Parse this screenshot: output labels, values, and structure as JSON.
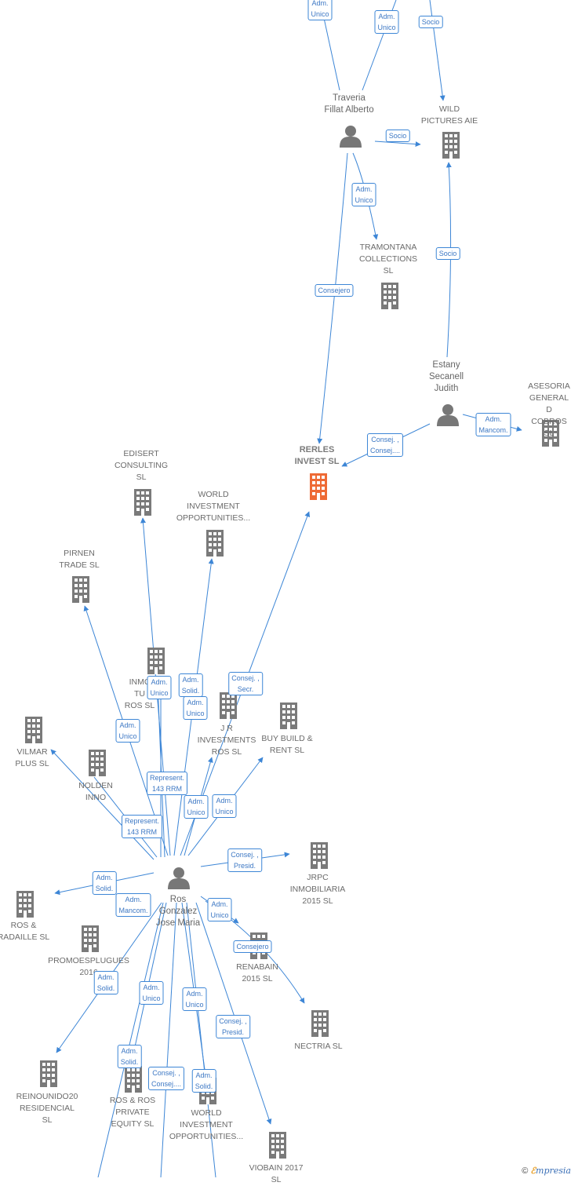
{
  "colors": {
    "edge": "#3d86d6",
    "node": "#7a7a7a",
    "focus": "#ee6a35",
    "label_text": "#6b6b6b"
  },
  "nodes": [
    {
      "id": "rerles",
      "label": "RERLES\nINVEST  SL",
      "focus": true,
      "type": "company"
    },
    {
      "id": "traveria",
      "label": "Traveria\nFillat Alberto",
      "type": "person"
    },
    {
      "id": "wild",
      "label": "WILD\nPICTURES AIE",
      "type": "company"
    },
    {
      "id": "tramontana",
      "label": "TRAMONTANA\nCOLLECTIONS\nSL",
      "type": "company"
    },
    {
      "id": "estany",
      "label": "Estany\nSecanell\nJudith",
      "type": "person"
    },
    {
      "id": "asesoria",
      "label": "ASESORIA\nGENERAL D\nCOBROS SL",
      "type": "company"
    },
    {
      "id": "edisert",
      "label": "EDISERT\nCONSULTING\nSL",
      "type": "company"
    },
    {
      "id": "wio1",
      "label": "WORLD\nINVESTMENT\nOPPORTUNITIES...",
      "type": "company"
    },
    {
      "id": "pirnen",
      "label": "PIRNEN\nTRADE  SL",
      "type": "company"
    },
    {
      "id": "inmo",
      "label": "INMC\nTU\nROS SL",
      "type": "company"
    },
    {
      "id": "jr",
      "label": "J R\nINVESTMENTS\nROS SL",
      "type": "company"
    },
    {
      "id": "buybuild",
      "label": "BUY BUILD &\nRENT  SL",
      "type": "company"
    },
    {
      "id": "vilmar",
      "label": "VILMAR\nPLUS SL",
      "type": "company"
    },
    {
      "id": "nolden",
      "label": "NOLDEN\nINNO",
      "type": "company"
    },
    {
      "id": "jrpc",
      "label": "JRPC\nINMOBILIARIA\n2015  SL",
      "type": "company"
    },
    {
      "id": "ros",
      "label": "Ros\nGonzalez\nJose Maria",
      "type": "person"
    },
    {
      "id": "rosradaille",
      "label": "ROS &\nRADAILLE  SL",
      "type": "company"
    },
    {
      "id": "promoesplugues",
      "label": "PROMOESPLUGUES\n2016",
      "type": "company"
    },
    {
      "id": "renabain",
      "label": "RENABAIN\n2015  SL",
      "type": "company"
    },
    {
      "id": "nectria",
      "label": "NECTRIA SL",
      "type": "company"
    },
    {
      "id": "reinounido",
      "label": "REINOUNIDO20\nRESIDENCIAL\nSL",
      "type": "company"
    },
    {
      "id": "rosros",
      "label": "ROS & ROS\nPRIVATE\nEQUITY  SL",
      "type": "company"
    },
    {
      "id": "wio2",
      "label": "WORLD\nINVESTMENT\nOPPORTUNITIES...",
      "type": "company"
    },
    {
      "id": "viobain",
      "label": "VIOBAIN 2017\nSL",
      "type": "company"
    }
  ],
  "edges": [
    {
      "label": "Adm.\nUnico"
    },
    {
      "label": "Adm.\nUnico"
    },
    {
      "label": "Socio"
    },
    {
      "label": "Socio"
    },
    {
      "label": "Adm.\nUnico"
    },
    {
      "label": "Consejero"
    },
    {
      "label": "Socio"
    },
    {
      "label": "Adm.\nMancom."
    },
    {
      "label": "Consej. ,\nConsej...."
    },
    {
      "label": "Adm.\nUnico"
    },
    {
      "label": "Adm.\nSolid."
    },
    {
      "label": "Adm.\nUnico"
    },
    {
      "label": "Consej. ,\nSecr."
    },
    {
      "label": "Adm.\nUnico"
    },
    {
      "label": "Represent.\n143 RRM"
    },
    {
      "label": "Adm.\nUnico"
    },
    {
      "label": "Adm.\nUnico"
    },
    {
      "label": "Represent.\n143 RRM"
    },
    {
      "label": "Consej. ,\nPresid."
    },
    {
      "label": "Adm.\nSolid."
    },
    {
      "label": "Adm.\nMancom."
    },
    {
      "label": "Adm.\nUnico"
    },
    {
      "label": "Consejero"
    },
    {
      "label": "Adm.\nSolid."
    },
    {
      "label": "Adm.\nUnico"
    },
    {
      "label": "Adm.\nUnico"
    },
    {
      "label": "Consej. ,\nPresid."
    },
    {
      "label": "Adm.\nSolid."
    },
    {
      "label": "Consej. ,\nConsej...."
    },
    {
      "label": "Adm.\nSolid."
    }
  ],
  "footer": {
    "copyright": "©",
    "brand_e": "ℰ",
    "brand_rest": "mpresia"
  }
}
